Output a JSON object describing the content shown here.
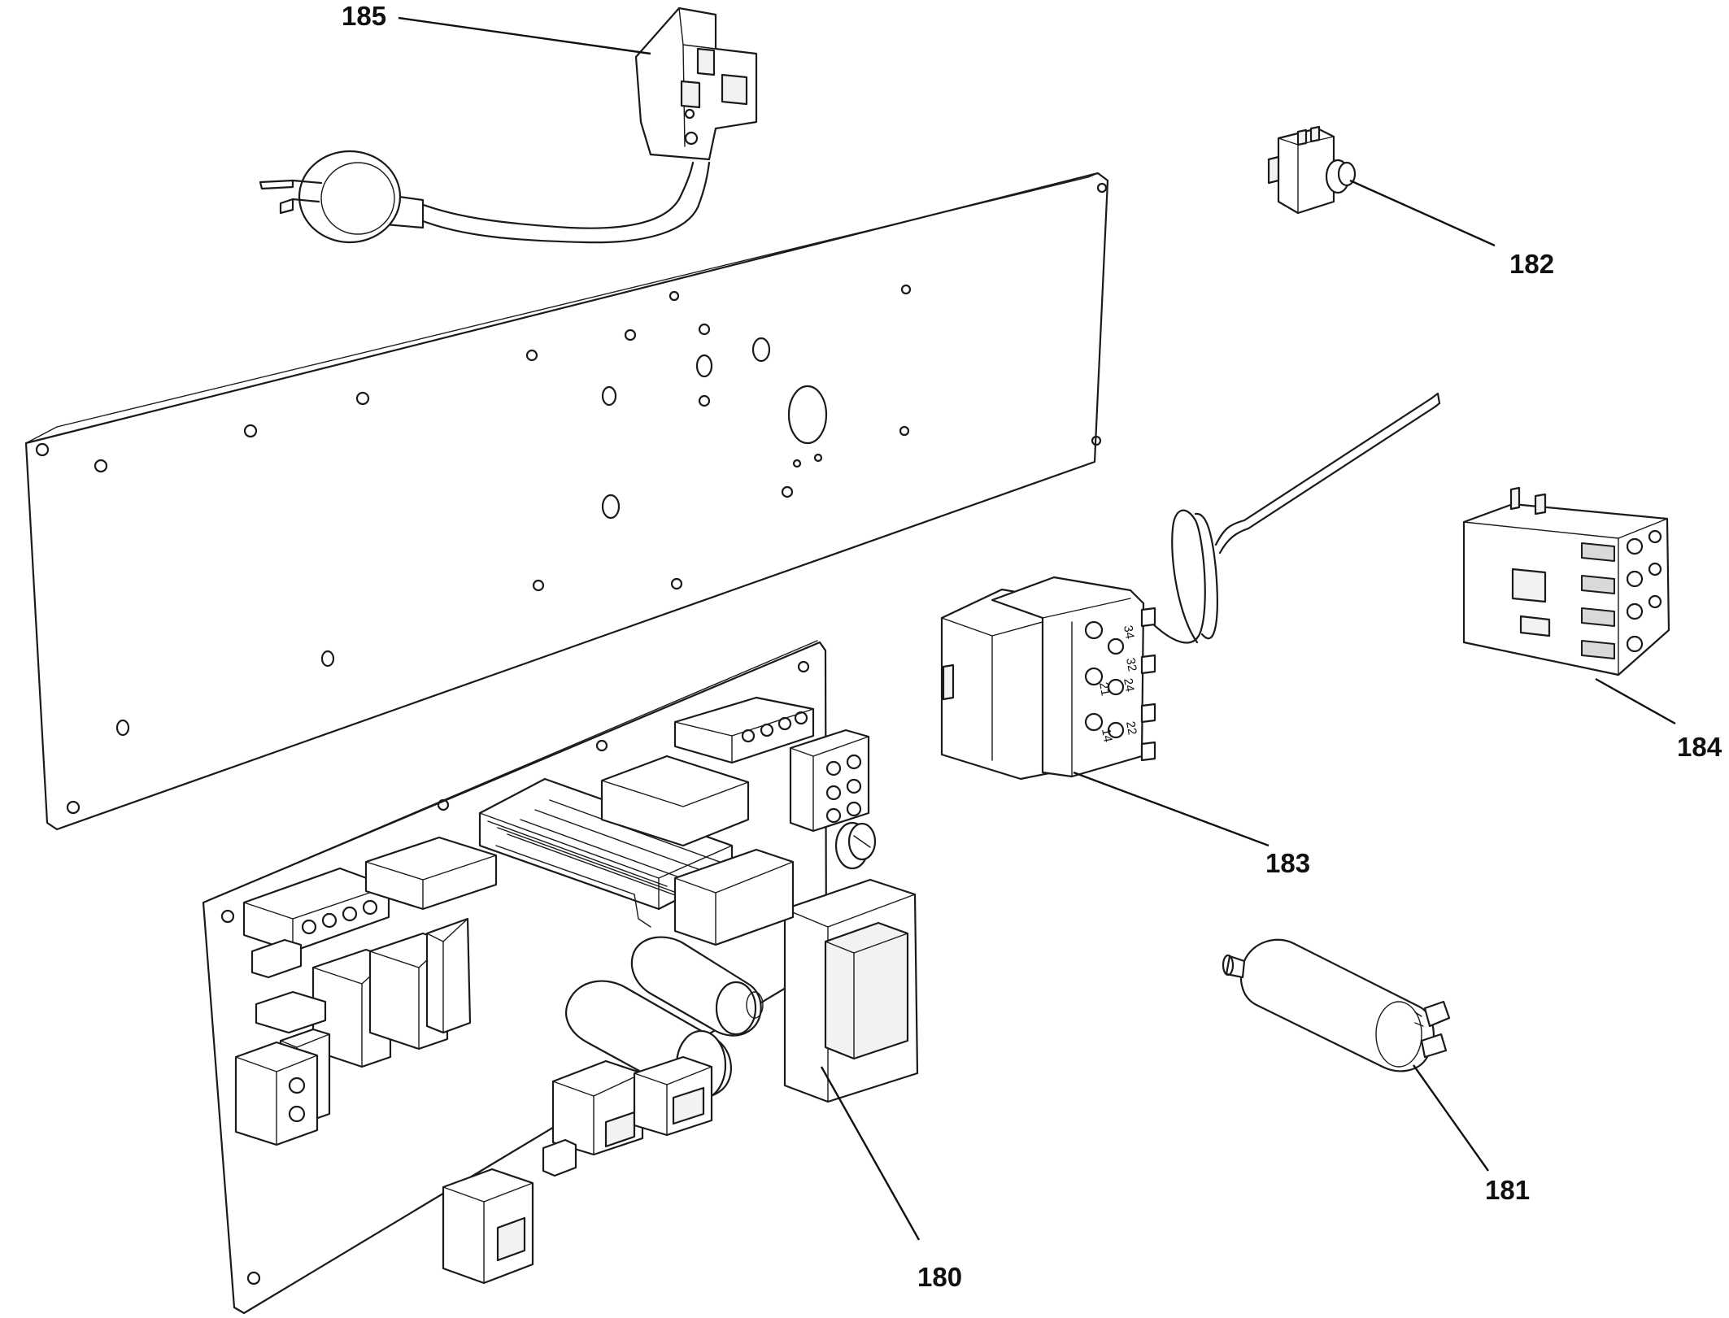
{
  "callouts": {
    "c180": "180",
    "c181": "181",
    "c182": "182",
    "c183": "183",
    "c184": "184",
    "c185": "185"
  },
  "terminal_marks": {
    "t14": "14",
    "t21": "21",
    "t24": "24",
    "t22": "22",
    "t34": "34",
    "t32": "32"
  }
}
